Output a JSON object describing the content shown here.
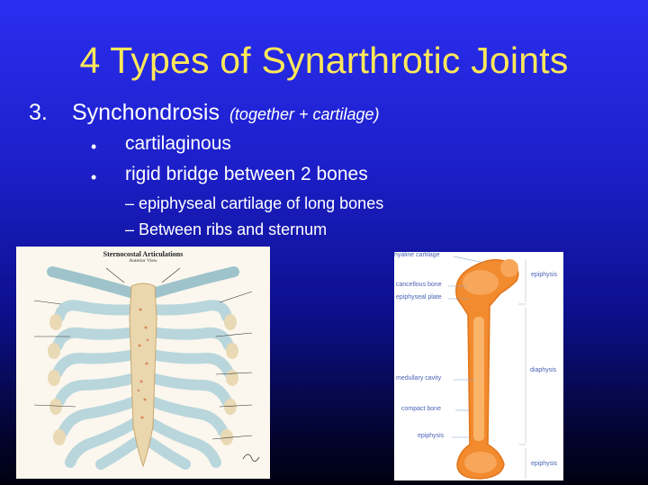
{
  "slide": {
    "title": "4 Types of Synarthrotic Joints",
    "item_number": "3.",
    "item_label": "Synchondrosis",
    "item_note": "(together + cartilage)",
    "bullets": [
      "cartilaginous",
      "rigid bridge between 2 bones"
    ],
    "sub_bullets": [
      "– epiphyseal cartilage of long bones",
      "– Between ribs and sternum"
    ]
  },
  "figure_left": {
    "title": "Sternocostal Articulations",
    "subtitle": "Anterior View"
  },
  "figure_right": {
    "left_labels": [
      "hyaline cartilage",
      "cancellous bone",
      "epiphyseal plate",
      "medullary cavity",
      "compact bone",
      "epiphysis"
    ],
    "right_labels": [
      "epiphysis",
      "diaphysis",
      "epiphysis"
    ]
  },
  "colors": {
    "title": "#ffe85a",
    "text": "#ffffff",
    "bone": "#f28a2e",
    "cartilage": "#b9d6dc"
  }
}
